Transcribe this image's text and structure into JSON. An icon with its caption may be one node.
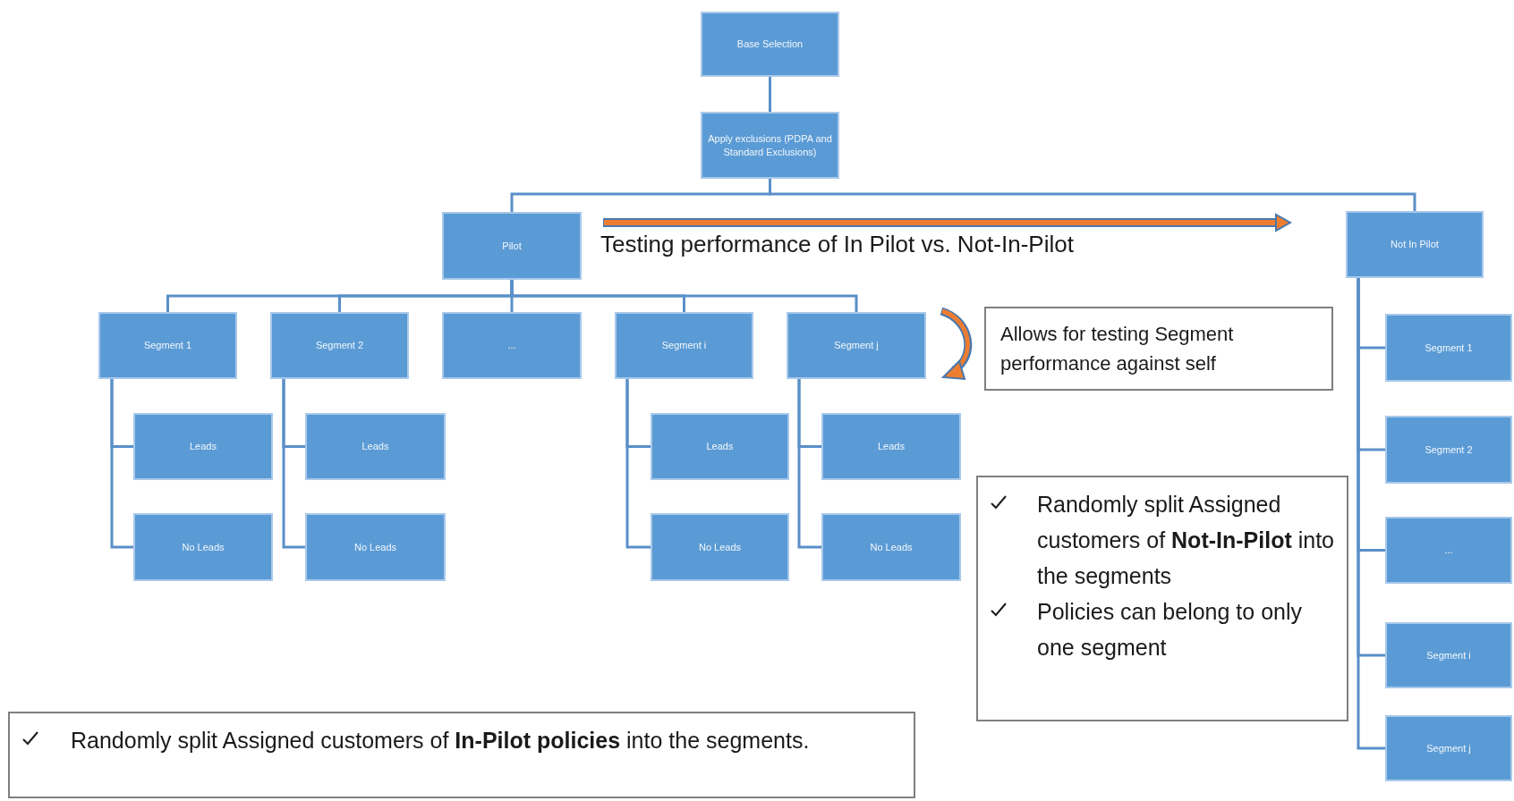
{
  "diagram": {
    "nodes": [
      {
        "text": [
          "Base Selection"
        ]
      },
      {
        "text": [
          "Apply exclusions (PDPA and Standard Exclusions)"
        ]
      },
      {
        "text": [
          "Pilot"
        ]
      },
      {
        "text": [
          "Not In Pilot"
        ]
      },
      {
        "text": [
          "Segment 1"
        ]
      },
      {
        "text": [
          "Segment 2"
        ]
      },
      {
        "text": [
          "..."
        ]
      },
      {
        "text": [
          "Segment i"
        ]
      },
      {
        "text": [
          "Segment j"
        ]
      },
      {
        "text": [
          "Allows for testing Segment performance against self"
        ]
      },
      {
        "text": [
          "Leads"
        ]
      },
      {
        "text": [
          "Leads"
        ]
      },
      {
        "text": [
          "Leads"
        ]
      },
      {
        "text": [
          "Leads"
        ]
      },
      {
        "text": [
          "No Leads"
        ]
      },
      {
        "text": [
          "No Leads"
        ]
      },
      {
        "text": [
          "No Leads"
        ]
      },
      {
        "text": [
          "No Leads"
        ]
      },
      {
        "text": [
          "Segment 1"
        ]
      },
      {
        "text": [
          "Segment 2"
        ]
      },
      {
        "text": [
          "..."
        ]
      },
      {
        "text": [
          "Segment i"
        ]
      },
      {
        "text": [
          "Segment j"
        ]
      },
      {
        "text": [
          "Randomly split Assigned customers of **Not-In-Pilot** into the segments",
          "Policies can belong to only one segment"
        ]
      },
      {
        "text": [
          "Randomly split Assigned customers of **In-Pilot policies** into the segments."
        ]
      }
    ],
    "edges": [
      {
        "from": 0,
        "to": 1,
        "arrow": "none"
      },
      {
        "from": 1,
        "to": 2,
        "arrow": "none"
      },
      {
        "from": 1,
        "to": 3,
        "arrow": "none"
      },
      {
        "from": 2,
        "to": 4,
        "arrow": "none"
      },
      {
        "from": 2,
        "to": 5,
        "arrow": "none"
      },
      {
        "from": 2,
        "to": 6,
        "arrow": "none"
      },
      {
        "from": 2,
        "to": 7,
        "arrow": "none"
      },
      {
        "from": 2,
        "to": 8,
        "arrow": "none"
      },
      {
        "from": 4,
        "to": 10,
        "arrow": "none"
      },
      {
        "from": 4,
        "to": 14,
        "arrow": "none"
      },
      {
        "from": 5,
        "to": 11,
        "arrow": "none"
      },
      {
        "from": 5,
        "to": 15,
        "arrow": "none"
      },
      {
        "from": 7,
        "to": 12,
        "arrow": "none"
      },
      {
        "from": 7,
        "to": 16,
        "arrow": "none"
      },
      {
        "from": 8,
        "to": 13,
        "arrow": "none"
      },
      {
        "from": 8,
        "to": 17,
        "arrow": "none"
      },
      {
        "from": 3,
        "to": 18,
        "arrow": "none"
      },
      {
        "from": 3,
        "to": 19,
        "arrow": "none"
      },
      {
        "from": 3,
        "to": 20,
        "arrow": "none"
      },
      {
        "from": 3,
        "to": 21,
        "arrow": "none"
      },
      {
        "from": 3,
        "to": 22,
        "arrow": "none"
      }
    ],
    "labels": [
      "Testing performance of In Pilot vs. Not-In-Pilot"
    ]
  }
}
